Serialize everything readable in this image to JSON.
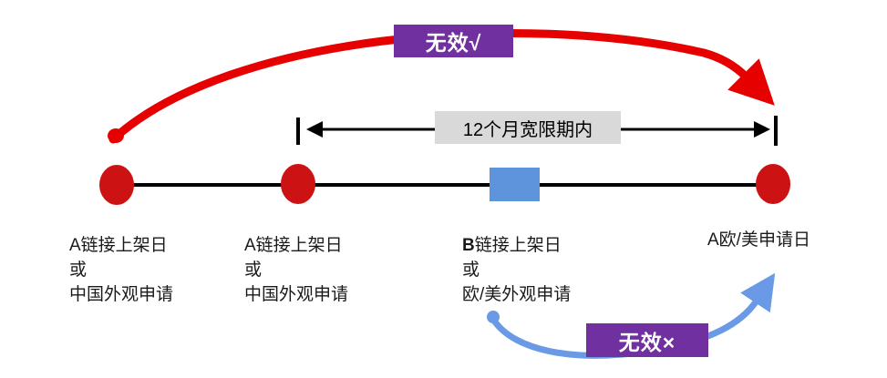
{
  "diagram": {
    "type": "timeline-diagram",
    "badges": {
      "top": {
        "label": "无效√"
      },
      "bottom": {
        "label": "无效×"
      }
    },
    "grace_period": {
      "label": "12个月宽限期内"
    },
    "events": [
      {
        "lines": [
          "A链接上架日",
          "或",
          "中国外观申请"
        ],
        "marker": "red-dot"
      },
      {
        "lines": [
          "A链接上架日",
          "或",
          "中国外观申请"
        ],
        "marker": "red-dot"
      },
      {
        "bold": "B",
        "lines": [
          "链接上架日",
          "或",
          "欧/美外观申请"
        ],
        "marker": "blue-rect"
      },
      {
        "lines": [
          "A欧/美申请日"
        ],
        "marker": "red-dot"
      }
    ]
  },
  "colors": {
    "red_arrow": "#E60000",
    "red_dot": "#CC1212",
    "purple_badge": "#7030A0",
    "blue_marker": "#5E94DC",
    "blue_arrow": "#6A9AE6",
    "gray_label_bg": "#D9D9D9",
    "line_black": "#000000",
    "badge_text": "#FFFFFF"
  }
}
